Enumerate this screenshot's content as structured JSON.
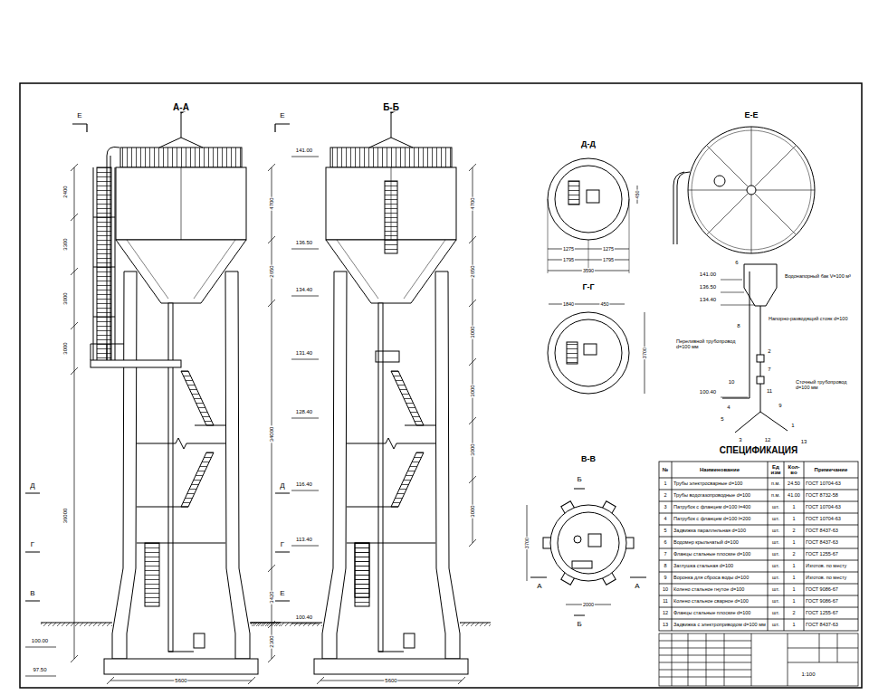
{
  "diagram": {
    "labels": [
      "А-А",
      "Б-Б",
      "Д-Д",
      "Е-Е",
      "Г-Г",
      "В-В",
      "СПЕЦИФИКАЦИЯ",
      "Е",
      "Е",
      "Д",
      "Д",
      "Г",
      "Г",
      "В",
      "Е",
      "А",
      "А",
      "Б",
      "Б",
      "141.00",
      "136.50",
      "134.40",
      "131.40",
      "128.40",
      "116.40",
      "113.40",
      "100.40",
      "100.00",
      "97.50",
      "141.00",
      "136.50",
      "134.40",
      "100.40",
      "2400",
      "3300",
      "3000",
      "3000",
      "36000",
      "4700",
      "2650",
      "34000",
      "3420",
      "2300",
      "5600",
      "4700",
      "2650",
      "3000",
      "3000",
      "3000",
      "3000",
      "5600",
      "1275",
      "1275",
      "1795",
      "1795",
      "3590",
      "450",
      "1840",
      "450",
      "3700",
      "3700",
      "2000",
      "Водонапорный бак V=100 м³",
      "Напорно-разводящий стояк d=100",
      "Переливной трубопровод d=100 мм",
      "Сточный трубопровод d=100 мм",
      "1",
      "2",
      "3",
      "4",
      "5",
      "6",
      "7",
      "8",
      "9",
      "10",
      "11",
      "12",
      "13",
      "1:100",
      "№",
      "Наименование",
      "Ед изм",
      "Кол-во",
      "Примечание",
      "1",
      "Трубы электросварные d=100",
      "п.м.",
      "24.50",
      "ГОСТ 10704-63",
      "2",
      "Трубы водогазопроводные d=100",
      "п.м.",
      "41.00",
      "ГОСТ 8732-58",
      "3",
      "Патрубок с фланцем d=100 l=400",
      "шт.",
      "1",
      "ГОСТ 10704-63",
      "4",
      "Патрубок с фланцем d=100 l=200",
      "шт.",
      "1",
      "ГОСТ 10704-63",
      "5",
      "Задвижка параллельная d=100",
      "шт.",
      "2",
      "ГОСТ 8437-63",
      "6",
      "Водомер крыльчатый d=100",
      "шт.",
      "1",
      "ГОСТ 8437-63",
      "7",
      "Фланцы стальные плоские d=100",
      "шт.",
      "2",
      "ГОСТ 1255-67",
      "8",
      "Заглушка стальная d=100",
      "шт.",
      "1",
      "Изготов. по месту",
      "9",
      "Воронка для сброса воды d=100",
      "шт.",
      "1",
      "Изготов. по месту",
      "10",
      "Колено стальное гнутое d=100",
      "шт.",
      "1",
      "ГОСТ 9086-67",
      "11",
      "Колено стальное сварное d=100",
      "шт.",
      "1",
      "ГОСТ 9086-67",
      "12",
      "Фланцы стальные плоские d=100",
      "шт.",
      "2",
      "ГОСТ 1255-67",
      "13",
      "Задвижка с электроприводом d=100 мм",
      "шт.",
      "1",
      "ГОСТ 8437-63"
    ]
  }
}
